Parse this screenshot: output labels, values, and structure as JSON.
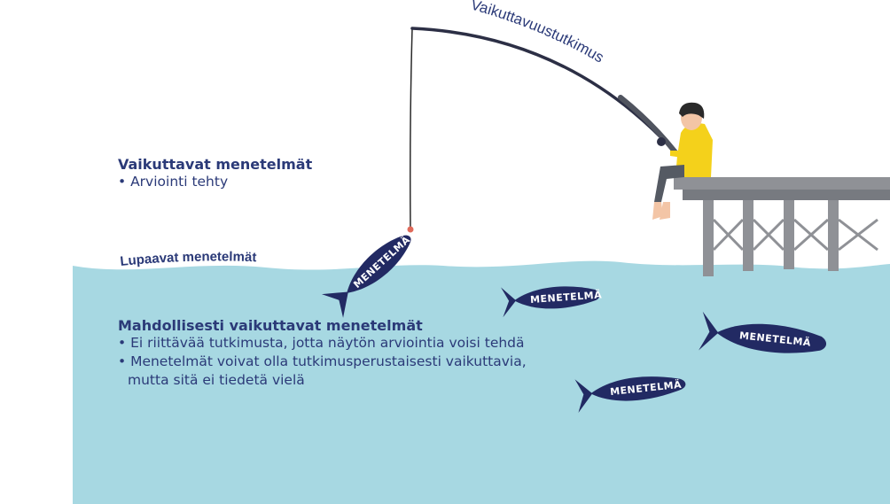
{
  "diagram": {
    "rod_label": "Vaikuttavuustutkimus",
    "promising_label": "Lupaavat menetelmät",
    "effective": {
      "heading": "Vaikuttavat menetelmät",
      "items": [
        "• Arviointi tehty"
      ]
    },
    "possibly_effective": {
      "heading": "Mahdollisesti vaikuttavat menetelmät",
      "items": [
        "• Ei riittävää tutkimusta, jotta näytön arviointia voisi tehdä",
        "• Menetelmät voivat olla tutkimusperustaisesti vaikuttavia,",
        "mutta sitä ei tiedetä vielä"
      ]
    },
    "fish_label": "MENETELMÄ"
  },
  "colors": {
    "water": "#a7d8e2",
    "navy": "#222a63",
    "pier": "#8f9196",
    "shirt": "#f4d11b"
  }
}
